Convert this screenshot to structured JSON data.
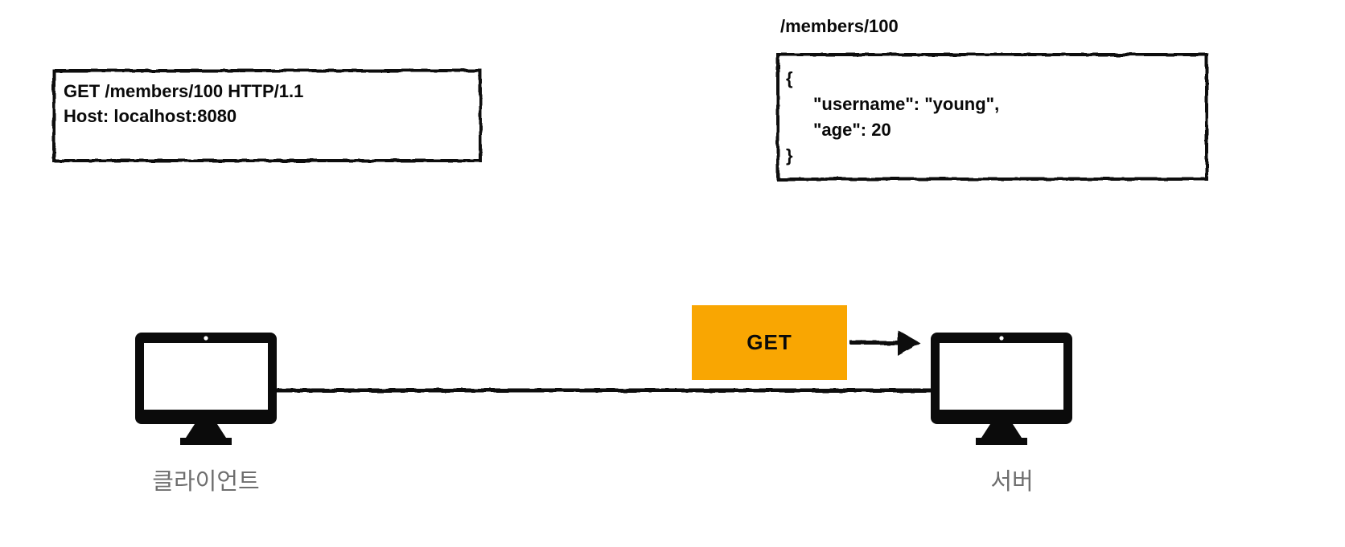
{
  "request_box": {
    "lines": [
      "GET /members/100 HTTP/1.1",
      "Host: localhost:8080"
    ]
  },
  "response_box": {
    "title": "/members/100",
    "lines": [
      "{",
      "\"username\": \"young\",",
      "\"age\": 20",
      "}"
    ]
  },
  "flow": {
    "method_label": "GET",
    "method_bg_color": "#F9A602",
    "direction": "client-to-server"
  },
  "nodes": {
    "client": {
      "label": "클라이언트",
      "icon": "desktop-computer-icon"
    },
    "server": {
      "label": "서버",
      "icon": "desktop-computer-icon"
    }
  },
  "colors": {
    "ink": "#101010",
    "node_label_gray": "#6E6E6E",
    "background": "#FFFFFF"
  }
}
